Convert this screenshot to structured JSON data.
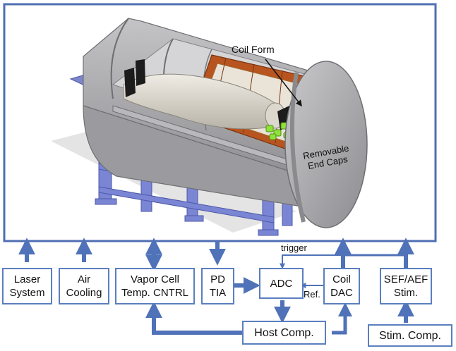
{
  "scene": {
    "coil_form_label": "Coil Form",
    "end_caps_label": [
      "Removable",
      "End Caps"
    ],
    "colors": {
      "frame": "#4f6fb3",
      "arrow": "#4f72b8",
      "block_border": "#5b7fbf",
      "shield": "#a9a9ac",
      "coil_form": "#b8541f",
      "support": "#7a86d4",
      "sensor": "#8ee23a"
    }
  },
  "blocks": {
    "laser": [
      "Laser",
      "System"
    ],
    "air": [
      "Air",
      "Cooling"
    ],
    "vapor": [
      "Vapor Cell",
      "Temp. CNTRL"
    ],
    "pd": [
      "PD",
      "TIA"
    ],
    "adc": [
      "ADC"
    ],
    "coil_dac": [
      "Coil",
      "DAC"
    ],
    "sef": [
      "SEF/AEF",
      "Stim."
    ],
    "host": [
      "Host Comp."
    ],
    "stim_comp": [
      "Stim. Comp."
    ]
  },
  "connection_labels": {
    "trigger": "trigger",
    "ref": "Ref."
  }
}
